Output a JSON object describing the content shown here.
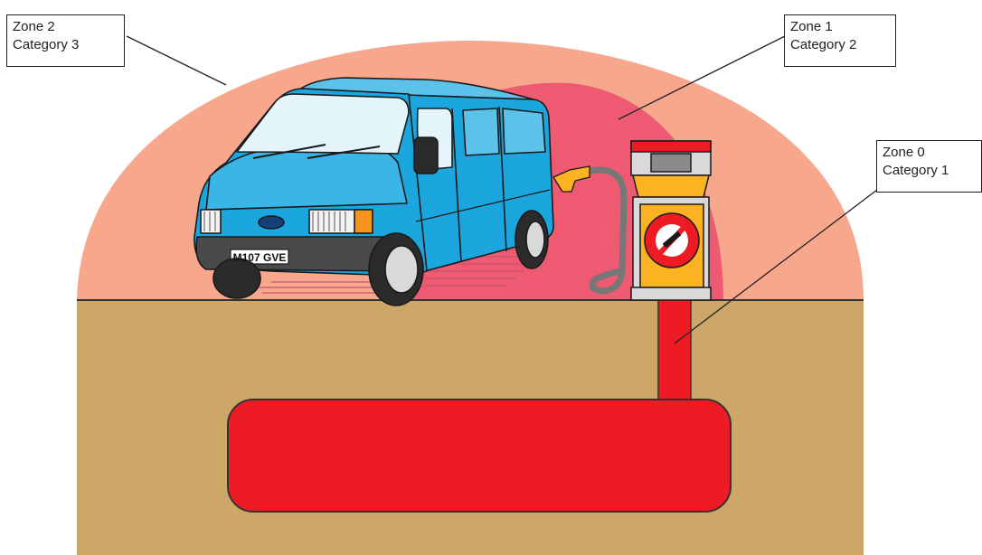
{
  "labels": {
    "zone2": {
      "line1": "Zone  2",
      "line2": "Category 3"
    },
    "zone1": {
      "line1": "Zone  1",
      "line2": "Category 2"
    },
    "zone0": {
      "line1": "Zone  0",
      "line2": "Category 1"
    }
  },
  "van": {
    "plate": "M107 GVE"
  },
  "colors": {
    "zone2": "#f7a88c",
    "zone1": "#ef5a73",
    "zone0": "#ed1c24",
    "ground": "#cda767",
    "van_body": "#1ca6de",
    "pump_sign": "#fbb323"
  },
  "icons": {
    "pump_sign": "no-smoking-icon"
  }
}
